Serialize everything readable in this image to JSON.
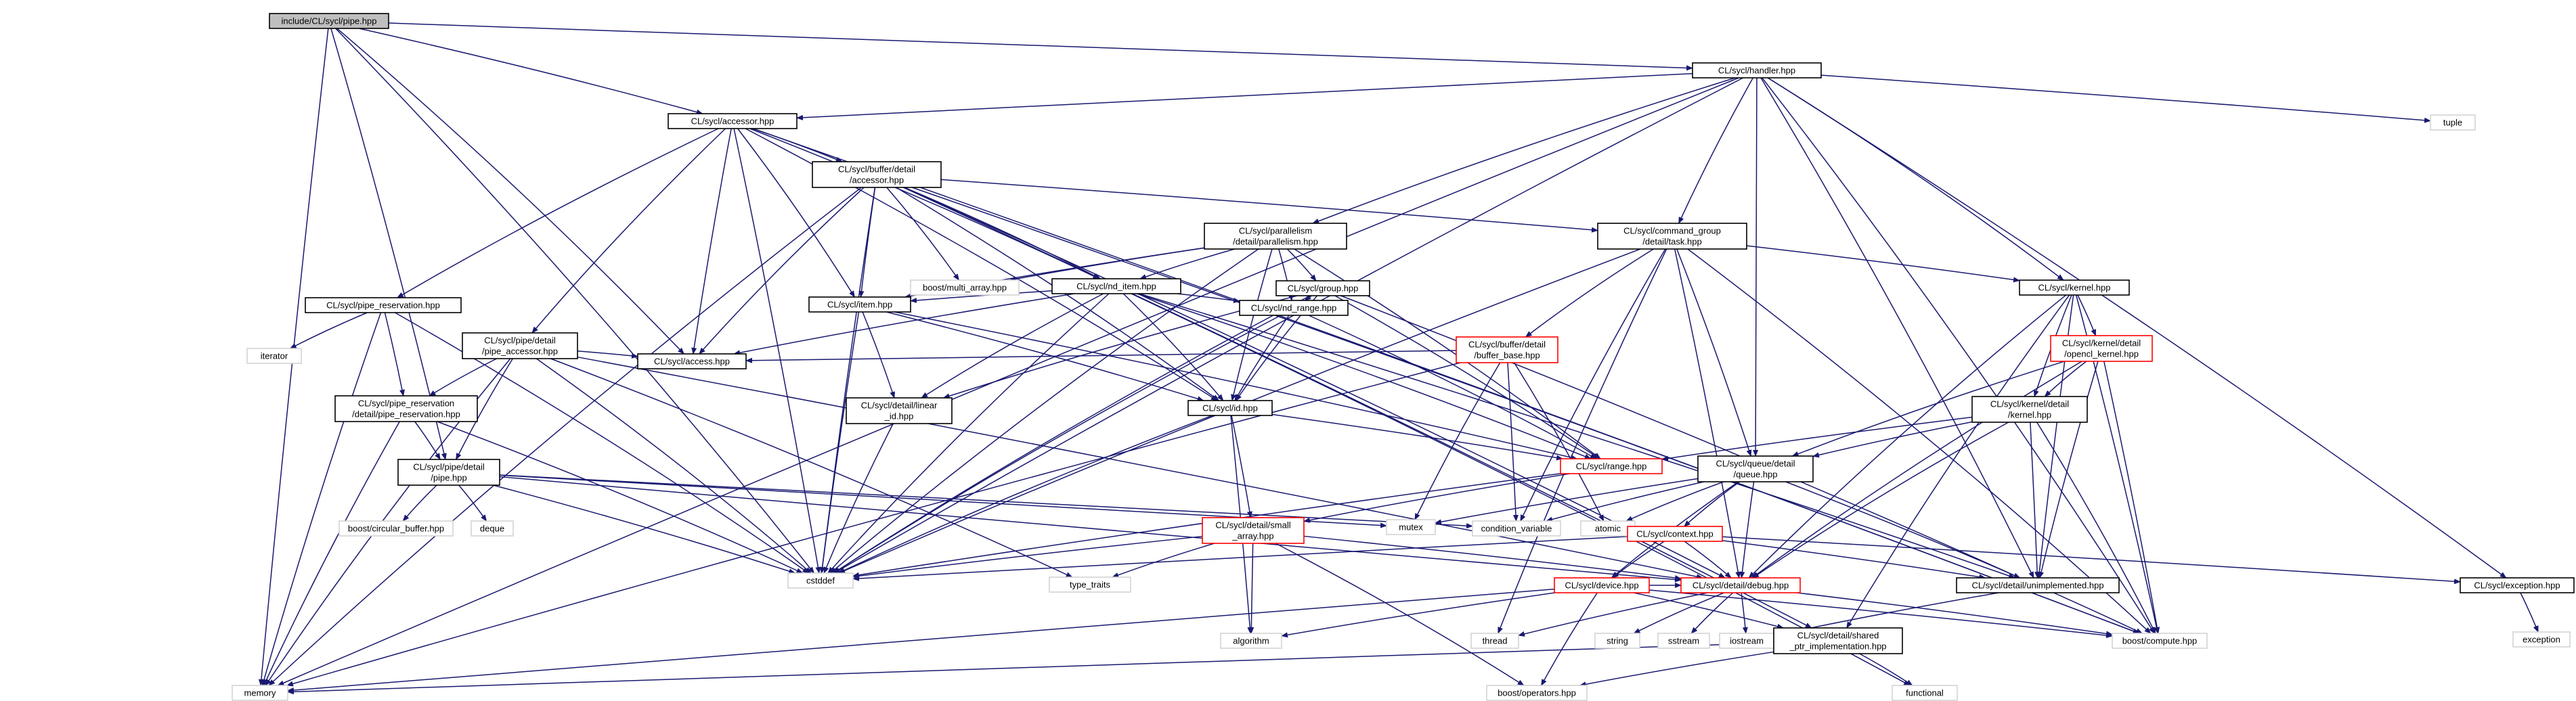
{
  "colors": {
    "edge": "#191970",
    "root_fill": "#bfbfbf",
    "box_border": "#000000",
    "box_fill": "#ffffff",
    "incomplete_border": "#ff0000",
    "external_border": "#d3d3d3",
    "text": "#000000"
  },
  "nodes": [
    {
      "id": "pipe_hpp",
      "lines": [
        "include/CL/sycl/pipe.hpp"
      ],
      "kind": "root"
    },
    {
      "id": "handler",
      "lines": [
        "CL/sycl/handler.hpp"
      ],
      "kind": "box"
    },
    {
      "id": "tuple",
      "lines": [
        "tuple"
      ],
      "kind": "external"
    },
    {
      "id": "accessor",
      "lines": [
        "CL/sycl/accessor.hpp"
      ],
      "kind": "box"
    },
    {
      "id": "buf_accessor",
      "lines": [
        "CL/sycl/buffer/detail",
        "/accessor.hpp"
      ],
      "kind": "box"
    },
    {
      "id": "parallelism",
      "lines": [
        "CL/sycl/parallelism",
        "/detail/parallelism.hpp"
      ],
      "kind": "box"
    },
    {
      "id": "cg_task",
      "lines": [
        "CL/sycl/command_group",
        "/detail/task.hpp"
      ],
      "kind": "box"
    },
    {
      "id": "multi_array",
      "lines": [
        "boost/multi_array.hpp"
      ],
      "kind": "external"
    },
    {
      "id": "nd_item",
      "lines": [
        "CL/sycl/nd_item.hpp"
      ],
      "kind": "box"
    },
    {
      "id": "group",
      "lines": [
        "CL/sycl/group.hpp"
      ],
      "kind": "box"
    },
    {
      "id": "kernel",
      "lines": [
        "CL/sycl/kernel.hpp"
      ],
      "kind": "box"
    },
    {
      "id": "pipe_reservation",
      "lines": [
        "CL/sycl/pipe_reservation.hpp"
      ],
      "kind": "box"
    },
    {
      "id": "pipe_accessor",
      "lines": [
        "CL/sycl/pipe/detail",
        "/pipe_accessor.hpp"
      ],
      "kind": "box"
    },
    {
      "id": "item",
      "lines": [
        "CL/sycl/item.hpp"
      ],
      "kind": "box"
    },
    {
      "id": "nd_range",
      "lines": [
        "CL/sycl/nd_range.hpp"
      ],
      "kind": "box"
    },
    {
      "id": "buffer_base",
      "lines": [
        "CL/sycl/buffer/detail",
        "/buffer_base.hpp"
      ],
      "kind": "incomplete"
    },
    {
      "id": "opencl_kernel",
      "lines": [
        "CL/sycl/kernel/detail",
        "/opencl_kernel.hpp"
      ],
      "kind": "incomplete"
    },
    {
      "id": "iterator",
      "lines": [
        "iterator"
      ],
      "kind": "external"
    },
    {
      "id": "access",
      "lines": [
        "CL/sycl/access.hpp"
      ],
      "kind": "box"
    },
    {
      "id": "linear_id",
      "lines": [
        "CL/sycl/detail/linear",
        "_id.hpp"
      ],
      "kind": "box"
    },
    {
      "id": "id",
      "lines": [
        "CL/sycl/id.hpp"
      ],
      "kind": "box"
    },
    {
      "id": "kernel_detail",
      "lines": [
        "CL/sycl/kernel/detail",
        "/kernel.hpp"
      ],
      "kind": "box"
    },
    {
      "id": "pr_detail",
      "lines": [
        "CL/sycl/pipe_reservation",
        "/detail/pipe_reservation.hpp"
      ],
      "kind": "box"
    },
    {
      "id": "range",
      "lines": [
        "CL/sycl/range.hpp"
      ],
      "kind": "incomplete"
    },
    {
      "id": "queue_detail",
      "lines": [
        "CL/sycl/queue/detail",
        "/queue.hpp"
      ],
      "kind": "box"
    },
    {
      "id": "pipe_detail",
      "lines": [
        "CL/sycl/pipe/detail",
        "/pipe.hpp"
      ],
      "kind": "box"
    },
    {
      "id": "circular_buffer",
      "lines": [
        "boost/circular_buffer.hpp"
      ],
      "kind": "external"
    },
    {
      "id": "deque",
      "lines": [
        "deque"
      ],
      "kind": "external"
    },
    {
      "id": "mutex",
      "lines": [
        "mutex"
      ],
      "kind": "external"
    },
    {
      "id": "condition_variable",
      "lines": [
        "condition_variable"
      ],
      "kind": "external"
    },
    {
      "id": "atomic",
      "lines": [
        "atomic"
      ],
      "kind": "external"
    },
    {
      "id": "small_array",
      "lines": [
        "CL/sycl/detail/small",
        "_array.hpp"
      ],
      "kind": "incomplete"
    },
    {
      "id": "context",
      "lines": [
        "CL/sycl/context.hpp"
      ],
      "kind": "incomplete"
    },
    {
      "id": "cstddef",
      "lines": [
        "cstddef"
      ],
      "kind": "external"
    },
    {
      "id": "type_traits",
      "lines": [
        "type_traits"
      ],
      "kind": "external"
    },
    {
      "id": "device",
      "lines": [
        "CL/sycl/device.hpp"
      ],
      "kind": "incomplete"
    },
    {
      "id": "debug",
      "lines": [
        "CL/sycl/detail/debug.hpp"
      ],
      "kind": "incomplete"
    },
    {
      "id": "unimplemented",
      "lines": [
        "CL/sycl/detail/unimplemented.hpp"
      ],
      "kind": "box"
    },
    {
      "id": "exception_hpp",
      "lines": [
        "CL/sycl/exception.hpp"
      ],
      "kind": "box"
    },
    {
      "id": "exception",
      "lines": [
        "exception"
      ],
      "kind": "external"
    },
    {
      "id": "algorithm",
      "lines": [
        "algorithm"
      ],
      "kind": "external"
    },
    {
      "id": "thread",
      "lines": [
        "thread"
      ],
      "kind": "external"
    },
    {
      "id": "string",
      "lines": [
        "string"
      ],
      "kind": "external"
    },
    {
      "id": "sstream",
      "lines": [
        "sstream"
      ],
      "kind": "external"
    },
    {
      "id": "iostream",
      "lines": [
        "iostream"
      ],
      "kind": "external"
    },
    {
      "id": "shared_ptr",
      "lines": [
        "CL/sycl/detail/shared",
        "_ptr_implementation.hpp"
      ],
      "kind": "box"
    },
    {
      "id": "boost_compute",
      "lines": [
        "boost/compute.hpp"
      ],
      "kind": "external"
    },
    {
      "id": "memory",
      "lines": [
        "memory"
      ],
      "kind": "external"
    },
    {
      "id": "boost_operators",
      "lines": [
        "boost/operators.hpp"
      ],
      "kind": "external"
    },
    {
      "id": "functional",
      "lines": [
        "functional"
      ],
      "kind": "external"
    }
  ],
  "edges": [
    [
      "pipe_hpp",
      "handler"
    ],
    [
      "pipe_hpp",
      "accessor"
    ],
    [
      "pipe_hpp",
      "access"
    ],
    [
      "pipe_hpp",
      "pipe_detail"
    ],
    [
      "pipe_hpp",
      "cstddef"
    ],
    [
      "pipe_hpp",
      "memory"
    ],
    [
      "handler",
      "tuple"
    ],
    [
      "handler",
      "accessor"
    ],
    [
      "handler",
      "parallelism"
    ],
    [
      "handler",
      "cg_task"
    ],
    [
      "handler",
      "kernel"
    ],
    [
      "handler",
      "queue_detail"
    ],
    [
      "handler",
      "unimplemented"
    ],
    [
      "handler",
      "exception_hpp"
    ],
    [
      "handler",
      "boost_compute"
    ],
    [
      "handler",
      "cstddef"
    ],
    [
      "handler",
      "memory"
    ],
    [
      "accessor",
      "buf_accessor"
    ],
    [
      "accessor",
      "pipe_reservation"
    ],
    [
      "accessor",
      "pipe_accessor"
    ],
    [
      "accessor",
      "access"
    ],
    [
      "accessor",
      "nd_item"
    ],
    [
      "accessor",
      "item"
    ],
    [
      "accessor",
      "id"
    ],
    [
      "accessor",
      "cstddef"
    ],
    [
      "accessor",
      "boost_compute"
    ],
    [
      "buf_accessor",
      "multi_array"
    ],
    [
      "buf_accessor",
      "nd_item"
    ],
    [
      "buf_accessor",
      "item"
    ],
    [
      "buf_accessor",
      "access"
    ],
    [
      "buf_accessor",
      "id"
    ],
    [
      "buf_accessor",
      "cstddef"
    ],
    [
      "buf_accessor",
      "memory"
    ],
    [
      "buf_accessor",
      "cg_task"
    ],
    [
      "buf_accessor",
      "debug"
    ],
    [
      "buf_accessor",
      "boost_compute"
    ],
    [
      "buf_accessor",
      "shared_ptr"
    ],
    [
      "parallelism",
      "multi_array"
    ],
    [
      "parallelism",
      "nd_item"
    ],
    [
      "parallelism",
      "group"
    ],
    [
      "parallelism",
      "nd_range"
    ],
    [
      "parallelism",
      "item"
    ],
    [
      "parallelism",
      "id"
    ],
    [
      "parallelism",
      "range"
    ],
    [
      "parallelism",
      "cstddef"
    ],
    [
      "cg_task",
      "buffer_base"
    ],
    [
      "cg_task",
      "kernel"
    ],
    [
      "cg_task",
      "queue_detail"
    ],
    [
      "cg_task",
      "debug"
    ],
    [
      "cg_task",
      "thread"
    ],
    [
      "cg_task",
      "boost_compute"
    ],
    [
      "cg_task",
      "cstddef"
    ],
    [
      "cg_task",
      "condition_variable"
    ],
    [
      "nd_item",
      "item"
    ],
    [
      "nd_item",
      "linear_id"
    ],
    [
      "nd_item",
      "id"
    ],
    [
      "nd_item",
      "nd_range"
    ],
    [
      "nd_item",
      "range"
    ],
    [
      "nd_item",
      "access"
    ],
    [
      "nd_item",
      "cstddef"
    ],
    [
      "nd_item",
      "unimplemented"
    ],
    [
      "nd_item",
      "functional"
    ],
    [
      "group",
      "nd_range"
    ],
    [
      "group",
      "linear_id"
    ],
    [
      "group",
      "id"
    ],
    [
      "group",
      "range"
    ],
    [
      "group",
      "cstddef"
    ],
    [
      "group",
      "unimplemented"
    ],
    [
      "kernel",
      "opencl_kernel"
    ],
    [
      "kernel",
      "kernel_detail"
    ],
    [
      "kernel",
      "debug"
    ],
    [
      "kernel",
      "boost_compute"
    ],
    [
      "kernel",
      "shared_ptr"
    ],
    [
      "kernel",
      "unimplemented"
    ],
    [
      "pipe_reservation",
      "pr_detail"
    ],
    [
      "pipe_reservation",
      "iterator"
    ],
    [
      "pipe_reservation",
      "cstddef"
    ],
    [
      "pipe_reservation",
      "memory"
    ],
    [
      "pipe_accessor",
      "access"
    ],
    [
      "pipe_accessor",
      "pr_detail"
    ],
    [
      "pipe_accessor",
      "pipe_detail"
    ],
    [
      "pipe_accessor",
      "cstddef"
    ],
    [
      "pipe_accessor",
      "memory"
    ],
    [
      "pipe_accessor",
      "debug"
    ],
    [
      "pipe_accessor",
      "type_traits"
    ],
    [
      "item",
      "linear_id"
    ],
    [
      "item",
      "id"
    ],
    [
      "item",
      "range"
    ],
    [
      "item",
      "cstddef"
    ],
    [
      "nd_range",
      "id"
    ],
    [
      "nd_range",
      "range"
    ],
    [
      "nd_range",
      "cstddef"
    ],
    [
      "buffer_base",
      "access"
    ],
    [
      "buffer_base",
      "mutex"
    ],
    [
      "buffer_base",
      "condition_variable"
    ],
    [
      "buffer_base",
      "atomic"
    ],
    [
      "buffer_base",
      "memory"
    ],
    [
      "opencl_kernel",
      "kernel_detail"
    ],
    [
      "opencl_kernel",
      "debug"
    ],
    [
      "opencl_kernel",
      "unimplemented"
    ],
    [
      "opencl_kernel",
      "boost_compute"
    ],
    [
      "opencl_kernel",
      "queue_detail"
    ],
    [
      "linear_id",
      "cstddef"
    ],
    [
      "id",
      "range"
    ],
    [
      "id",
      "small_array"
    ],
    [
      "id",
      "algorithm"
    ],
    [
      "id",
      "cstddef"
    ],
    [
      "kernel_detail",
      "queue_detail"
    ],
    [
      "kernel_detail",
      "range"
    ],
    [
      "kernel_detail",
      "debug"
    ],
    [
      "kernel_detail",
      "unimplemented"
    ],
    [
      "kernel_detail",
      "boost_compute"
    ],
    [
      "pr_detail",
      "pipe_detail"
    ],
    [
      "pr_detail",
      "cstddef"
    ],
    [
      "pr_detail",
      "memory"
    ],
    [
      "range",
      "small_array"
    ],
    [
      "range",
      "cstddef"
    ],
    [
      "queue_detail",
      "context"
    ],
    [
      "queue_detail",
      "debug"
    ],
    [
      "queue_detail",
      "mutex"
    ],
    [
      "queue_detail",
      "condition_variable"
    ],
    [
      "queue_detail",
      "atomic"
    ],
    [
      "queue_detail",
      "boost_compute"
    ],
    [
      "queue_detail",
      "device"
    ],
    [
      "pipe_detail",
      "circular_buffer"
    ],
    [
      "pipe_detail",
      "deque"
    ],
    [
      "pipe_detail",
      "mutex"
    ],
    [
      "pipe_detail",
      "condition_variable"
    ],
    [
      "pipe_detail",
      "cstddef"
    ],
    [
      "pipe_detail",
      "debug"
    ],
    [
      "small_array",
      "cstddef"
    ],
    [
      "small_array",
      "type_traits"
    ],
    [
      "small_array",
      "algorithm"
    ],
    [
      "small_array",
      "boost_operators"
    ],
    [
      "small_array",
      "debug"
    ],
    [
      "context",
      "device"
    ],
    [
      "context",
      "debug"
    ],
    [
      "context",
      "unimplemented"
    ],
    [
      "context",
      "exception_hpp"
    ],
    [
      "context",
      "cstddef"
    ],
    [
      "device",
      "debug"
    ],
    [
      "device",
      "shared_ptr"
    ],
    [
      "device",
      "boost_compute"
    ],
    [
      "device",
      "algorithm"
    ],
    [
      "device",
      "memory"
    ],
    [
      "device",
      "boost_operators"
    ],
    [
      "debug",
      "thread"
    ],
    [
      "debug",
      "string"
    ],
    [
      "debug",
      "sstream"
    ],
    [
      "debug",
      "iostream"
    ],
    [
      "debug",
      "boost_compute"
    ],
    [
      "unimplemented",
      "iostream"
    ],
    [
      "exception_hpp",
      "exception"
    ],
    [
      "shared_ptr",
      "functional"
    ],
    [
      "shared_ptr",
      "memory"
    ],
    [
      "shared_ptr",
      "boost_operators"
    ]
  ]
}
